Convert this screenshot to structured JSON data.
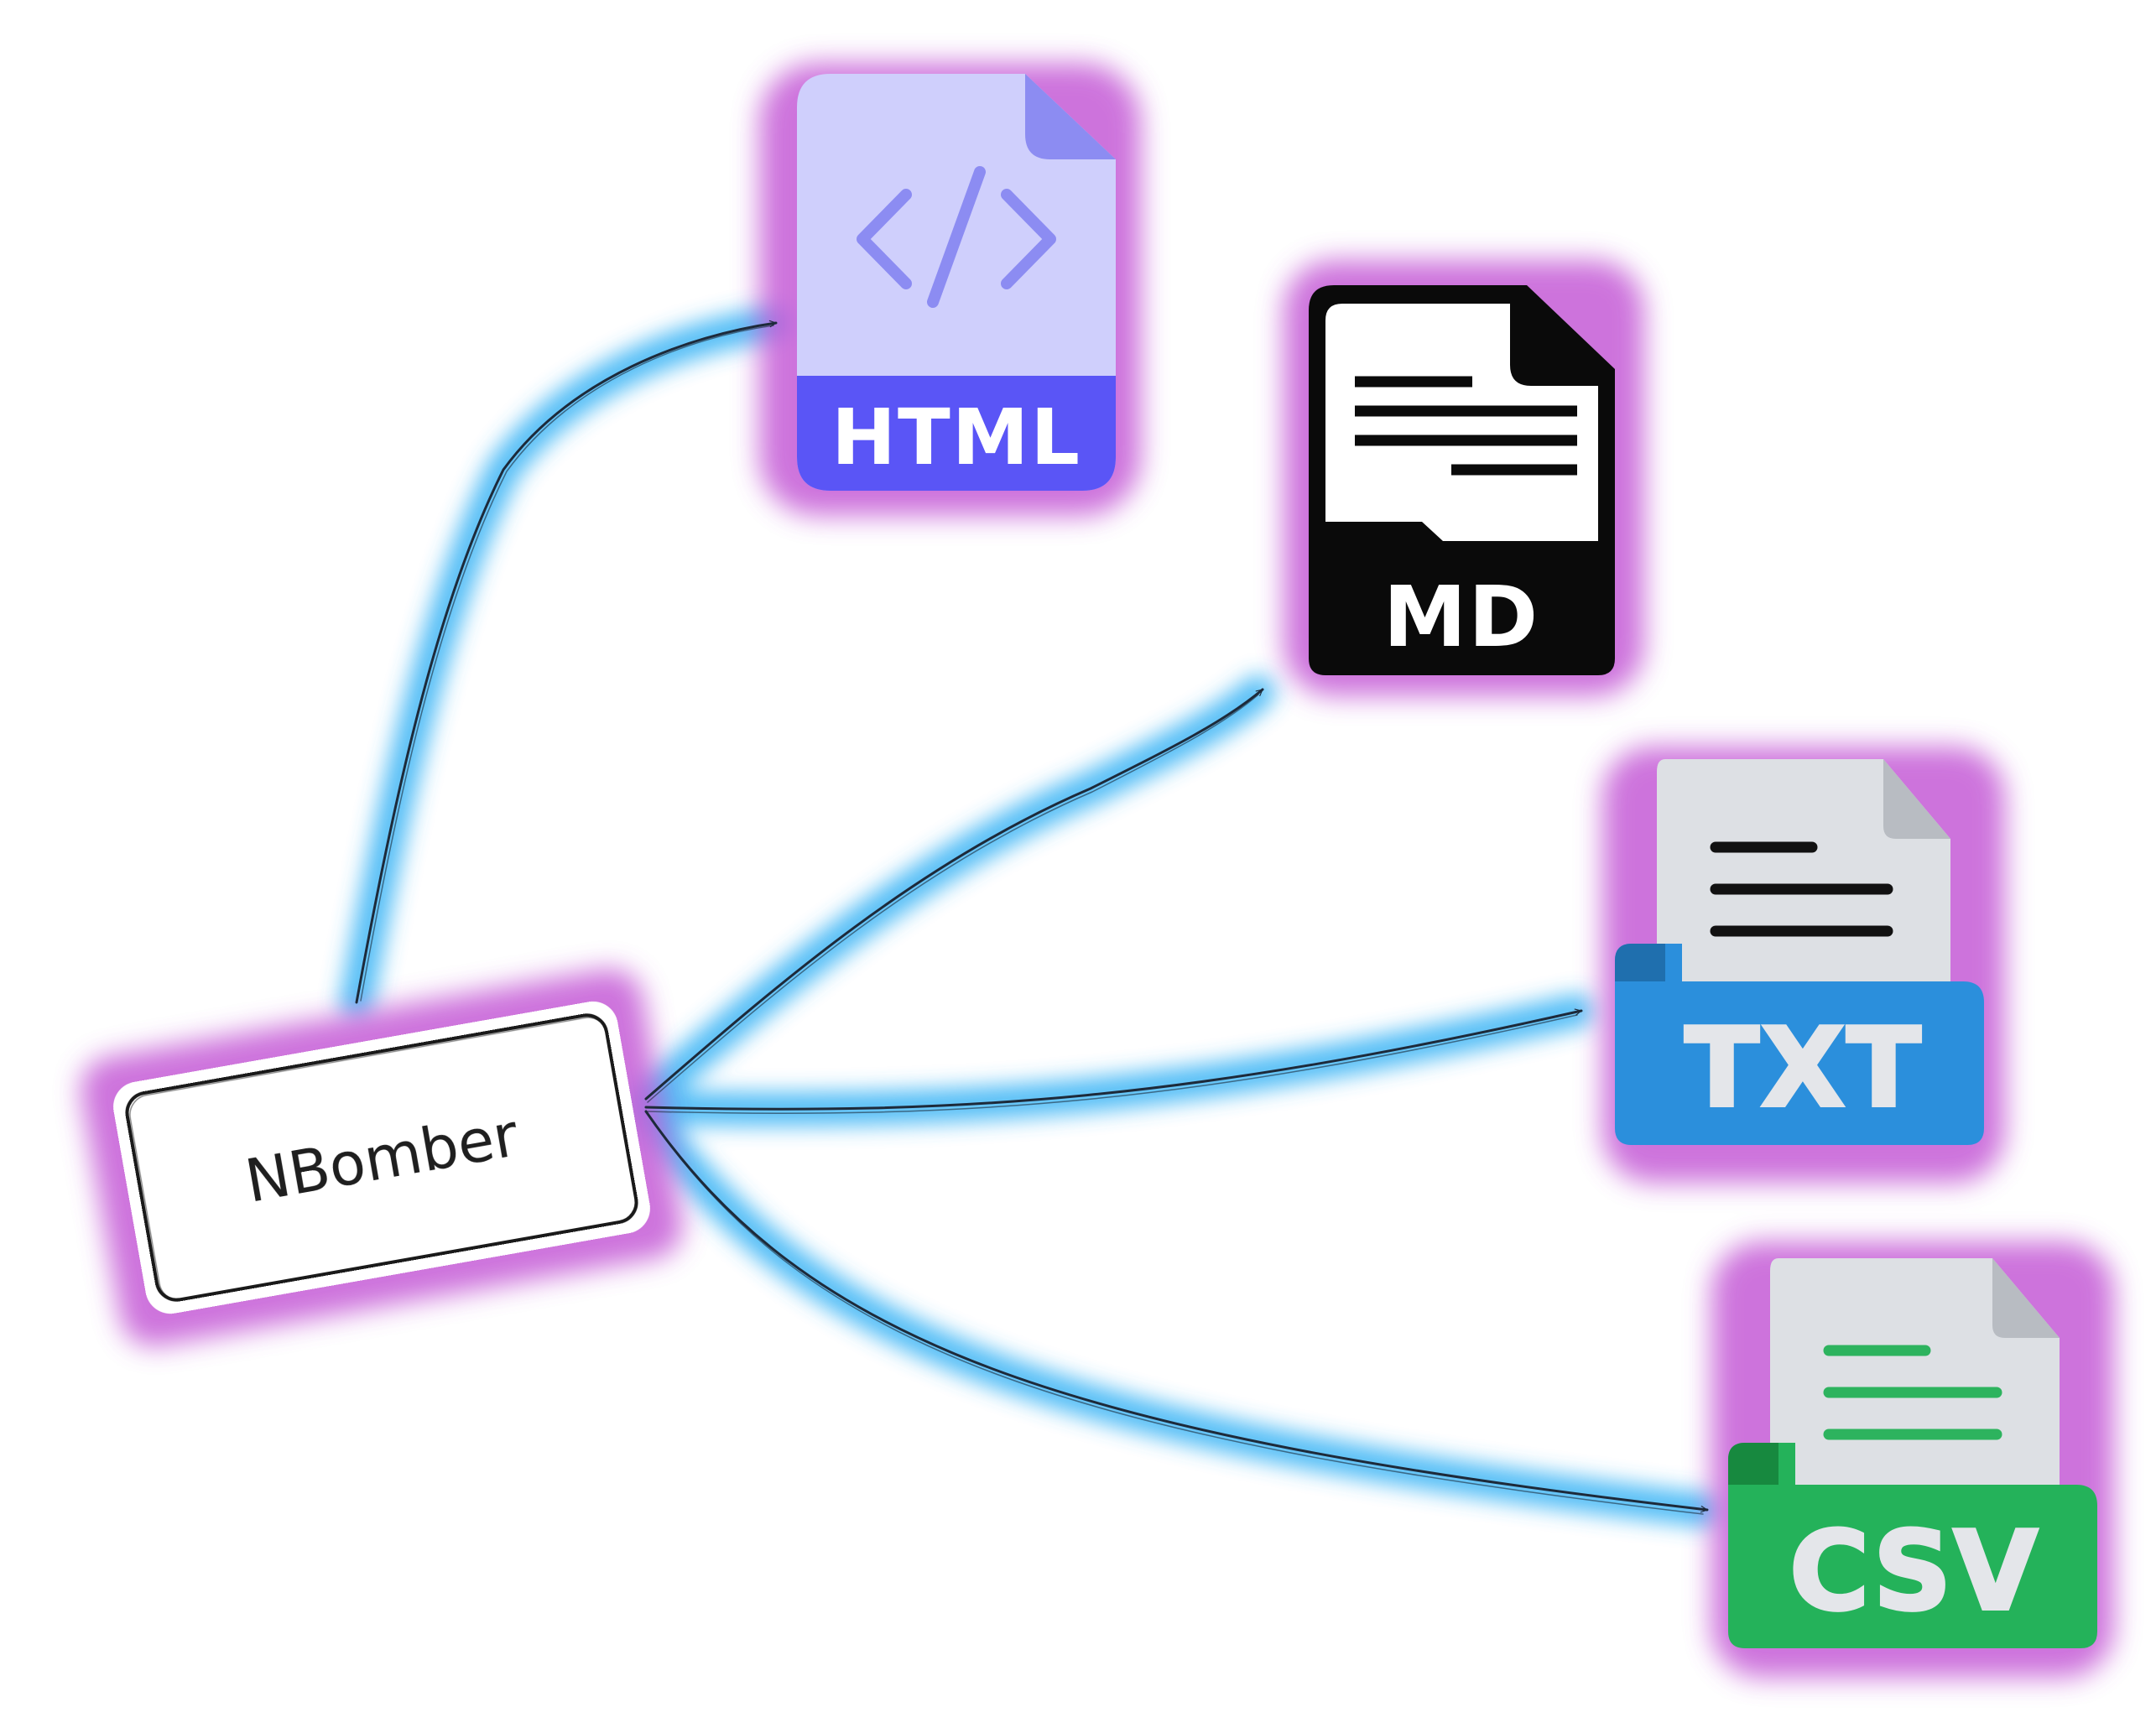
{
  "source": {
    "label": "NBomber"
  },
  "outputs": [
    {
      "id": "html",
      "label": "HTML",
      "icon": "html-file-icon",
      "page_color": "#cfcffc",
      "band_color": "#5a55f6",
      "accent_color": "#8c8cf2",
      "text_color": "#ffffff"
    },
    {
      "id": "md",
      "label": "MD",
      "icon": "markdown-file-icon",
      "page_color": "#ffffff",
      "band_color": "#0a0a0a",
      "accent_color": "#0a0a0a",
      "text_color": "#ffffff"
    },
    {
      "id": "txt",
      "label": "TXT",
      "icon": "txt-file-icon",
      "page_color": "#dde0e4",
      "band_color": "#2b8fdc",
      "accent_color": "#111111",
      "text_color": "#e4e6ea"
    },
    {
      "id": "csv",
      "label": "CSV",
      "icon": "csv-file-icon",
      "page_color": "#dde0e4",
      "band_color": "#24b25a",
      "accent_color": "#2db35e",
      "text_color": "#e4e6ea"
    }
  ],
  "colors": {
    "glow_purple": "#c45ad6",
    "glow_blue": "#3fb6f5",
    "arrow_stroke": "#1d2a3a"
  }
}
